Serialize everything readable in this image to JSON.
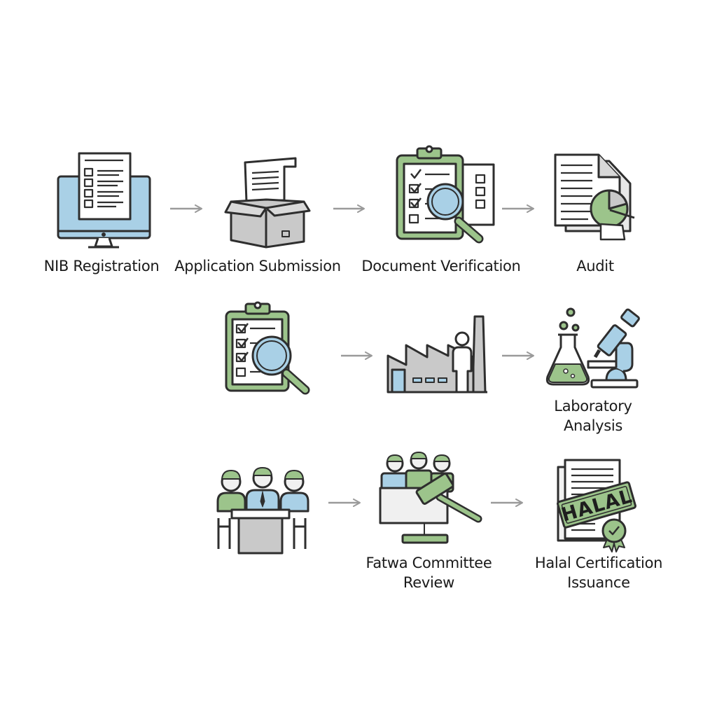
{
  "colors": {
    "green": "#9cc48b",
    "blue": "#a9d0e6",
    "gray": "#c9c9c9",
    "stroke": "#2e2e2e",
    "arrow": "#9a9a9a"
  },
  "steps": [
    {
      "label": "NIB Registration",
      "icon": "computer-form-icon"
    },
    {
      "label": "Application Submission",
      "icon": "box-document-icon"
    },
    {
      "label": "Document Verification",
      "icon": "clipboard-magnifier-icon"
    },
    {
      "label": "Audit",
      "icon": "document-chart-icon"
    },
    {
      "label": "",
      "icon": "clipboard-checklist-magnifier-icon"
    },
    {
      "label": "",
      "icon": "factory-worker-icon"
    },
    {
      "label": "Laboratory\nAnalysis",
      "icon": "flask-microscope-icon"
    },
    {
      "label": "",
      "icon": "committee-meeting-icon"
    },
    {
      "label": "Fatwa Committee\nReview",
      "icon": "gavel-committee-icon"
    },
    {
      "label": "Halal Certification\nIssuance",
      "icon": "halal-certificate-icon"
    }
  ],
  "stamp_text": "HALAL"
}
